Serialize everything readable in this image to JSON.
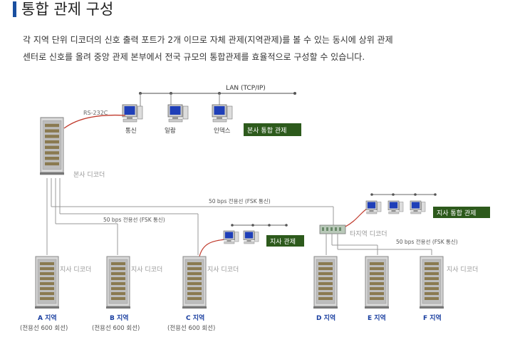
{
  "page": {
    "title": "통합 관제 구성",
    "desc_line1": "각 지역 단위 디코더의 신호 출력 포트가 2개 이므로 자체 관제(지역관제)를 볼 수 있는 동시에 상위 관제",
    "desc_line2": "센터로 신호를 올려 중앙 관제 본부에서 전국 규모의 통합관제를 효율적으로 구성할 수 있습니다."
  },
  "diagram": {
    "lan_label": "LAN (TCP/IP)",
    "rs232_label": "RS-232C",
    "hq_pcs": [
      "통신",
      "일람",
      "인덱스"
    ],
    "hq_control_label": "본사 통합 관제",
    "hq_decoder_label": "본사 디코더",
    "line_label_top": "50 bps 전용선 (FSK 통신)",
    "line_label_mid": "50 bps 전용선 (FSK 통신)",
    "line_label_right": "50 bps 전용선 (FSK 통신)",
    "branch_control_label": "지사 관제",
    "branch_integrated_label": "지사 통합 관제",
    "other_region_decoder_label": "타지역 디코더",
    "branch_decoder_label": "지사 디코더",
    "regions": [
      {
        "name": "A 지역",
        "sub": "(전용선 600 회선)"
      },
      {
        "name": "B 지역",
        "sub": "(전용선 600 회선)"
      },
      {
        "name": "C 지역",
        "sub": "(전용선 600 회선)"
      },
      {
        "name": "D 지역",
        "sub": ""
      },
      {
        "name": "E 지역",
        "sub": ""
      },
      {
        "name": "F 지역",
        "sub": ""
      }
    ],
    "colors": {
      "green_box": "#2d5a1c",
      "region_blue": "#1a3fa0",
      "cable_red": "#c0392b",
      "line_gray": "#888888"
    }
  }
}
